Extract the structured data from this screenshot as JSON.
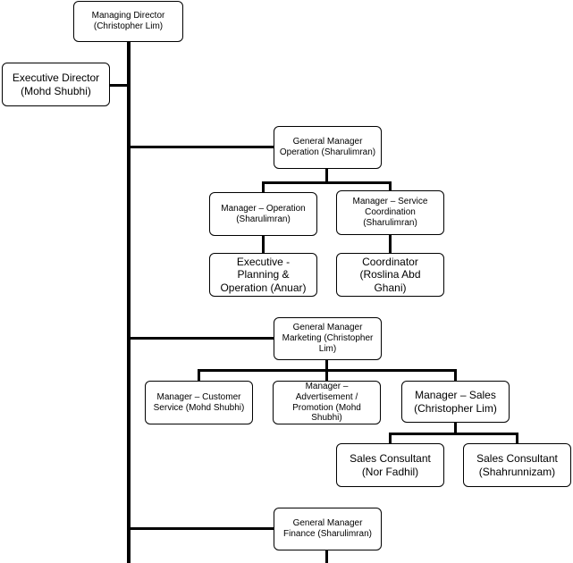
{
  "org_chart": {
    "nodes": {
      "md": "Managing Director\n(Christopher Lim)",
      "ed": "Executive Director\n(Mohd Shubhi)",
      "gm_op": "General Manager\nOperation (Sharulimran)",
      "mgr_op": "Manager – Operation\n(Sharulimran)",
      "mgr_svc": "Manager – Service\nCoordination\n(Sharulimran)",
      "exec_plan": "Executive -\nPlanning &\nOperation (Anuar)",
      "coord": "Coordinator\n(Roslina Abd\nGhani)",
      "gm_mkt": "General Manager\nMarketing (Christopher\nLim)",
      "mgr_cs": "Manager – Customer\nService (Mohd Shubhi)",
      "mgr_adv": "Manager –\nAdvertisement /\nPromotion (Mohd\nShubhi)",
      "mgr_sales": "Manager – Sales\n(Christopher Lim)",
      "sc1": "Sales Consultant\n(Nor Fadhil)",
      "sc2": "Sales Consultant\n(Shahrunnizam)",
      "gm_fin": "General Manager\nFinance (Sharulimran)"
    }
  }
}
